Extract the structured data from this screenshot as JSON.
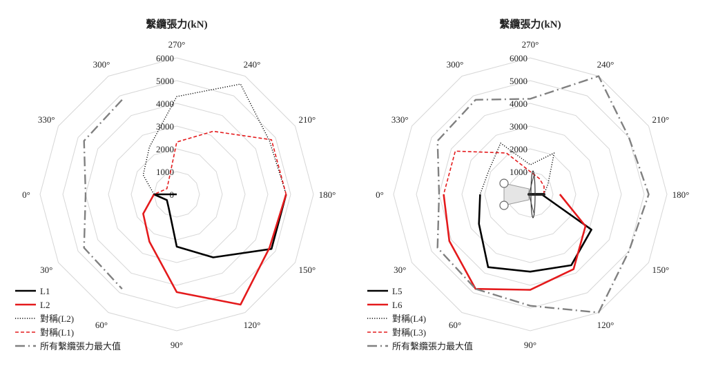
{
  "chart_data": [
    {
      "type": "radar",
      "title": "繫纜張力(kN)",
      "angle_labels": [
        "270°",
        "240°",
        "210°",
        "180°",
        "150°",
        "120°",
        "90°",
        "60°",
        "30°",
        "0°",
        "330°",
        "300°"
      ],
      "radial_ticks": [
        "0",
        "1000",
        "2000",
        "3000",
        "4000",
        "5000",
        "6000"
      ],
      "rlim": [
        0,
        6000
      ],
      "grid": "dodecagon",
      "legend_position": "bottom-left",
      "series": [
        {
          "name": "L1",
          "color": "#000000",
          "style": "solid",
          "points": [
            {
              "angle": 270,
              "value": 0
            },
            {
              "angle": 300,
              "value": 0
            },
            {
              "angle": 330,
              "value": 0
            },
            {
              "angle": 0,
              "value": 1000
            },
            {
              "angle": 30,
              "value": 500
            },
            {
              "angle": 60,
              "value": 700
            },
            {
              "angle": 90,
              "value": 2300
            },
            {
              "angle": 120,
              "value": 3200
            },
            {
              "angle": 150,
              "value": 4800
            },
            {
              "angle": 180,
              "value": 4800
            }
          ]
        },
        {
          "name": "L2",
          "color": "#e41a1c",
          "style": "solid",
          "points": [
            {
              "angle": 180,
              "value": 4800
            },
            {
              "angle": 150,
              "value": 4700
            },
            {
              "angle": 120,
              "value": 5600
            },
            {
              "angle": 90,
              "value": 4300
            },
            {
              "angle": 60,
              "value": 2400
            },
            {
              "angle": 30,
              "value": 1700
            },
            {
              "angle": 0,
              "value": 1000
            }
          ]
        },
        {
          "name": "對稱(L2)",
          "color": "#000000",
          "style": "dotted",
          "points": [
            {
              "angle": 0,
              "value": 1000
            },
            {
              "angle": 330,
              "value": 1700
            },
            {
              "angle": 300,
              "value": 2400
            },
            {
              "angle": 270,
              "value": 4300
            },
            {
              "angle": 240,
              "value": 5600
            },
            {
              "angle": 210,
              "value": 4700
            },
            {
              "angle": 180,
              "value": 4800
            }
          ]
        },
        {
          "name": "對稱(L1)",
          "color": "#e41a1c",
          "style": "dashed",
          "points": [
            {
              "angle": 180,
              "value": 4800
            },
            {
              "angle": 210,
              "value": 4800
            },
            {
              "angle": 240,
              "value": 3200
            },
            {
              "angle": 270,
              "value": 2300
            },
            {
              "angle": 300,
              "value": 700
            },
            {
              "angle": 330,
              "value": 500
            },
            {
              "angle": 0,
              "value": 1000
            }
          ]
        },
        {
          "name": "所有繫纜張力最大值",
          "color": "#808080",
          "style": "dashdot",
          "points": [
            {
              "angle": 300,
              "value": 4800
            },
            {
              "angle": 330,
              "value": 4700
            },
            {
              "angle": 0,
              "value": 4000
            },
            {
              "angle": 30,
              "value": 4700
            },
            {
              "angle": 60,
              "value": 4800
            }
          ]
        }
      ]
    },
    {
      "type": "radar",
      "title": "繫纜張力(kN)",
      "angle_labels": [
        "270°",
        "240°",
        "210°",
        "180°",
        "150°",
        "120°",
        "90°",
        "60°",
        "30°",
        "0°",
        "330°",
        "300°"
      ],
      "radial_ticks": [
        "1000",
        "2000",
        "3000",
        "4000",
        "5000",
        "6000"
      ],
      "rlim": [
        0,
        6000
      ],
      "grid": "dodecagon",
      "legend_position": "bottom-left",
      "series": [
        {
          "name": "L5",
          "color": "#000000",
          "style": "solid",
          "points": [
            {
              "angle": 180,
              "value": 500
            },
            {
              "angle": 150,
              "value": 3100
            },
            {
              "angle": 120,
              "value": 3600
            },
            {
              "angle": 90,
              "value": 3400
            },
            {
              "angle": 60,
              "value": 3700
            },
            {
              "angle": 30,
              "value": 2600
            },
            {
              "angle": 0,
              "value": 2200
            }
          ]
        },
        {
          "name": "L6",
          "color": "#e41a1c",
          "style": "solid",
          "points": [
            {
              "angle": 180,
              "value": 1300
            },
            {
              "angle": 150,
              "value": 2800
            },
            {
              "angle": 120,
              "value": 3800
            },
            {
              "angle": 90,
              "value": 4200
            },
            {
              "angle": 60,
              "value": 4800
            },
            {
              "angle": 30,
              "value": 4100
            },
            {
              "angle": 0,
              "value": 3800
            }
          ]
        },
        {
          "name": "對稱(L4)",
          "color": "#000000",
          "style": "dotted",
          "points": [
            {
              "angle": 180,
              "value": 600
            },
            {
              "angle": 210,
              "value": 900
            },
            {
              "angle": 240,
              "value": 2100
            },
            {
              "angle": 270,
              "value": 1300
            },
            {
              "angle": 300,
              "value": 2600
            },
            {
              "angle": 330,
              "value": 2100
            },
            {
              "angle": 0,
              "value": 2200
            }
          ]
        },
        {
          "name": "對稱(L3)",
          "color": "#e41a1c",
          "style": "dashed",
          "points": [
            {
              "angle": 180,
              "value": 600
            },
            {
              "angle": 210,
              "value": 700
            },
            {
              "angle": 240,
              "value": 800
            },
            {
              "angle": 270,
              "value": 1000
            },
            {
              "angle": 300,
              "value": 2100
            },
            {
              "angle": 330,
              "value": 3800
            },
            {
              "angle": 0,
              "value": 3800
            }
          ]
        },
        {
          "name": "所有繫纜張力最大值",
          "color": "#808080",
          "style": "dashdot",
          "points": [
            {
              "angle": 60,
              "value": 4800
            },
            {
              "angle": 90,
              "value": 4900
            },
            {
              "angle": 120,
              "value": 6000
            },
            {
              "angle": 150,
              "value": 5000
            },
            {
              "angle": 180,
              "value": 5200
            },
            {
              "angle": 210,
              "value": 5000
            },
            {
              "angle": 240,
              "value": 6000
            },
            {
              "angle": 270,
              "value": 4200
            },
            {
              "angle": 300,
              "value": 4800
            },
            {
              "angle": 330,
              "value": 4700
            },
            {
              "angle": 0,
              "value": 4000
            },
            {
              "angle": 30,
              "value": 4700
            },
            {
              "angle": 60,
              "value": 4800
            }
          ]
        }
      ],
      "inset": "vessel-mooring-schematic"
    }
  ]
}
